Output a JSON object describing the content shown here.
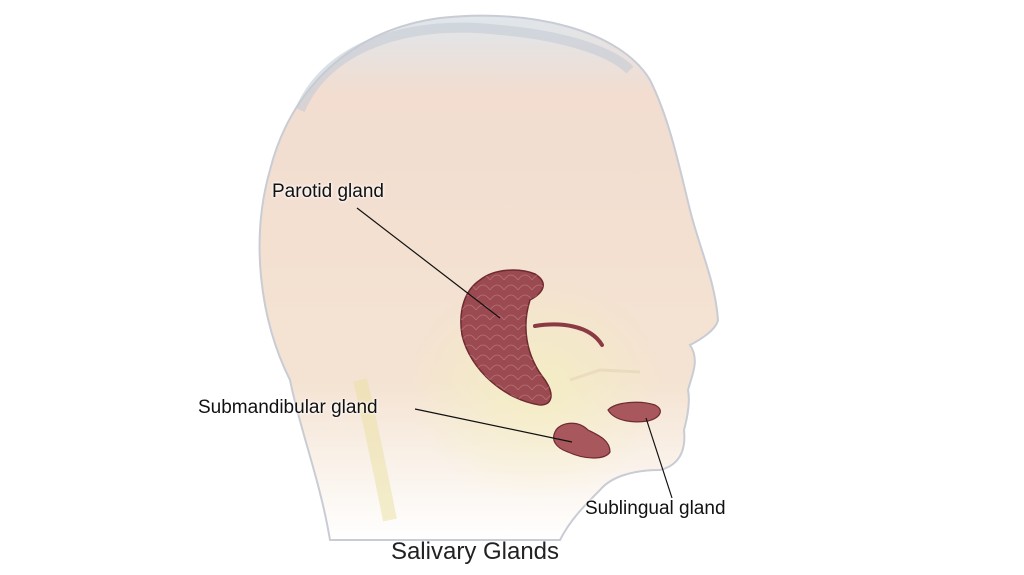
{
  "labels": {
    "parotid": "Parotid gland",
    "submandibular": "Submandibular gland",
    "sublingual": "Sublingual gland"
  },
  "title": "Salivary Glands",
  "colors": {
    "skin": "#f3dccb",
    "gland": "#9c4a52",
    "gland_outline": "#6e2a30",
    "leader": "#111111"
  }
}
